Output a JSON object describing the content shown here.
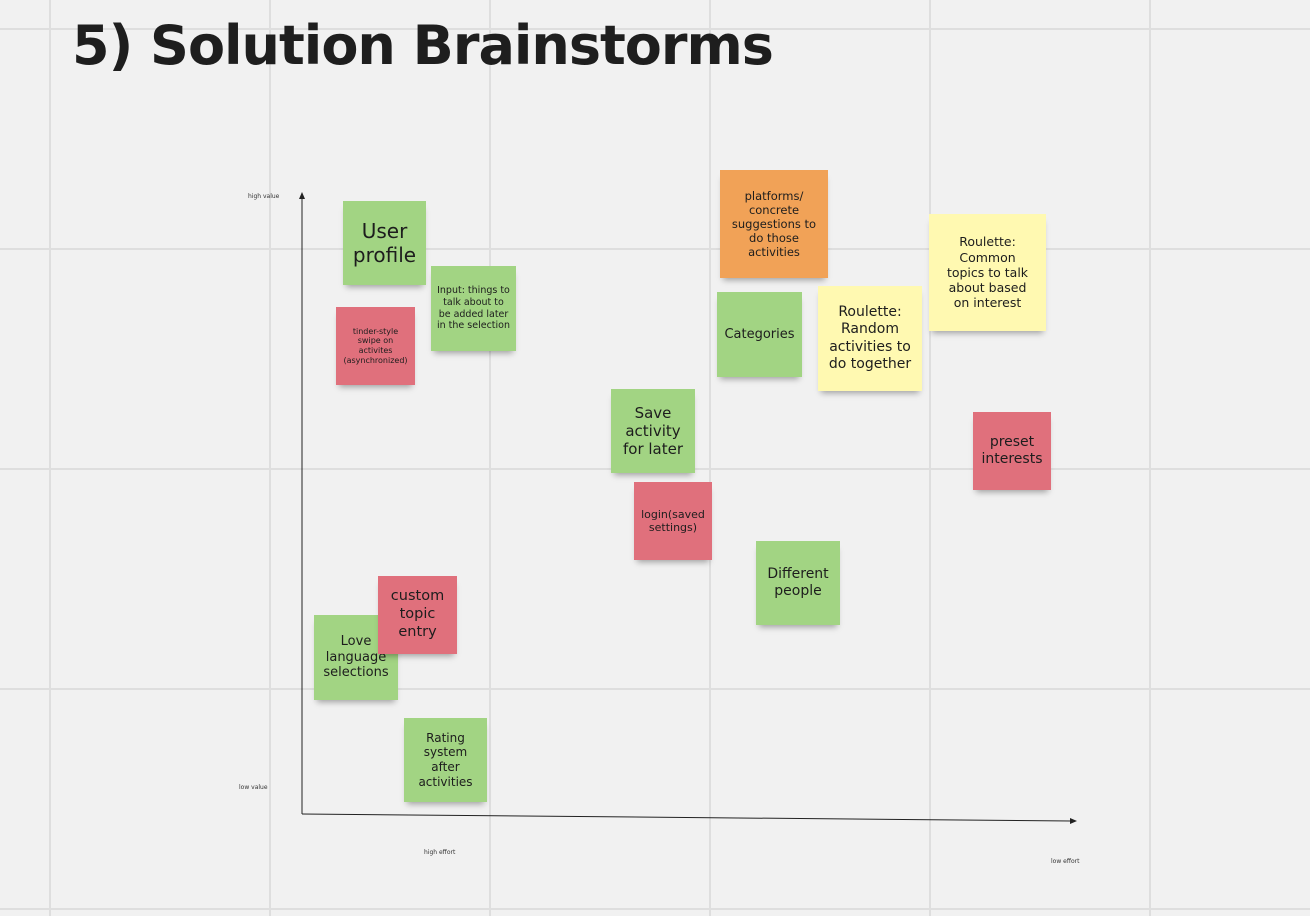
{
  "title": "5) Solution Brainstorms",
  "axes": {
    "high_value": "high value",
    "low_value": "low value",
    "high_effort": "high effort",
    "low_effort": "low effort"
  },
  "colors": {
    "green": "#a2d483",
    "pink": "#e0707c",
    "orange": "#f1a257",
    "yellow": "#fff9b1"
  },
  "notes": {
    "user_profile": "User profile",
    "input_things": "Input: things to talk about to be added later in the selection",
    "tinder_swipe": "tinder-style swipe on activites (asynchronized)",
    "platforms": "platforms/ concrete suggestions to do those activities",
    "categories": "Categories",
    "roulette_random": "Roulette: Random activities to do together",
    "roulette_common": "Roulette: Common topics to talk about based on interest",
    "save_activity": "Save activity for later",
    "login": "login(saved settings)",
    "preset_interests": "preset interests",
    "different_people": "Different people",
    "custom_topic": "custom topic entry",
    "love_language": "Love language selections",
    "rating_system": "Rating system after activities"
  }
}
